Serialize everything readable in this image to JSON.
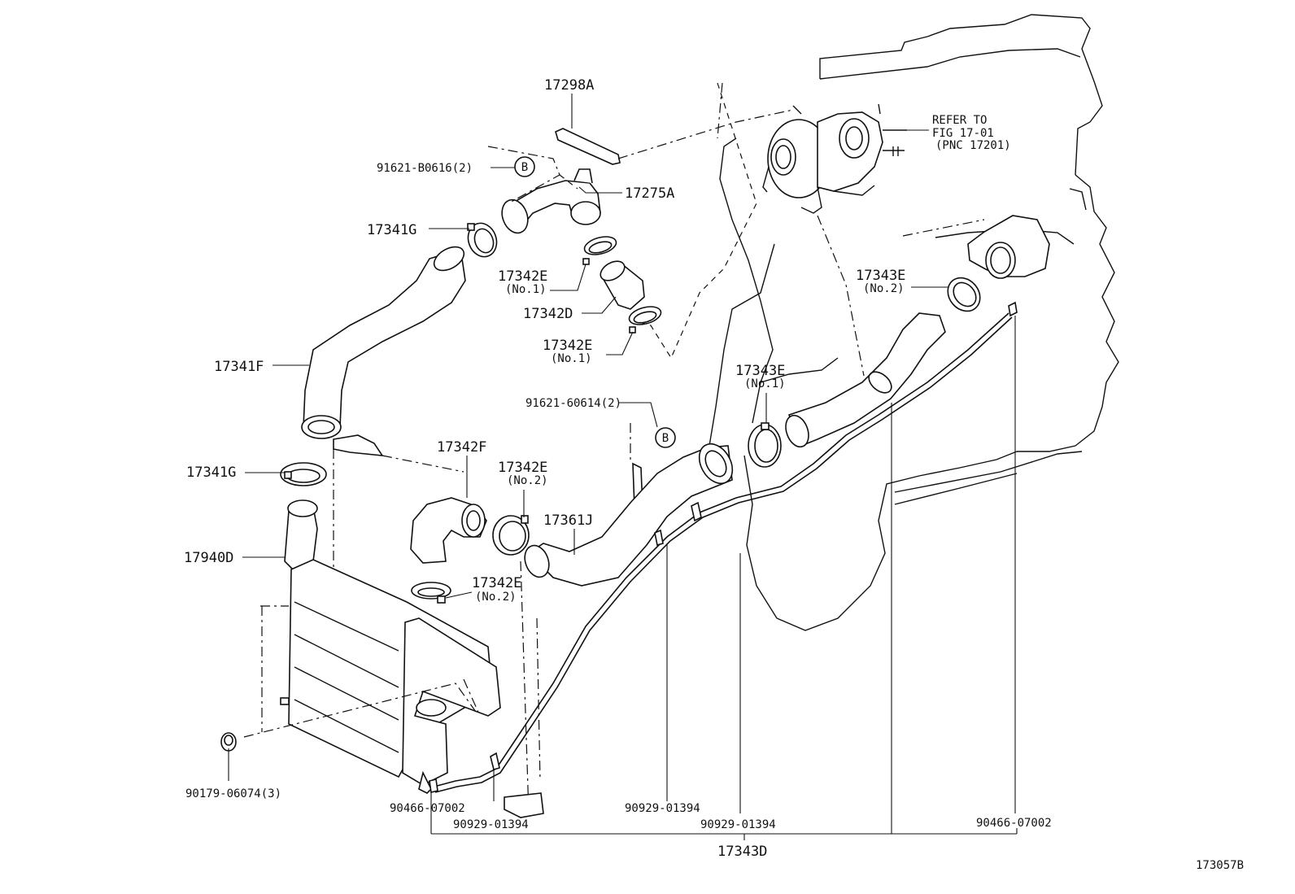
{
  "callouts": {
    "p17298A": "17298A",
    "p91621B0616": "91621-B0616(2)",
    "p17275A": "17275A",
    "p17341G_top": "17341G",
    "p17342E_no1_a": "17342E",
    "p17342E_no1_a_sub": "(No.1)",
    "p17342D": "17342D",
    "p17342E_no1_b": "17342E",
    "p17342E_no1_b_sub": "(No.1)",
    "p17341F": "17341F",
    "p91621_60614": "91621-60614(2)",
    "p17342F": "17342F",
    "p17342E_no2_a": "17342E",
    "p17342E_no2_a_sub": "(No.2)",
    "p17341G_bottom": "17341G",
    "p17361J": "17361J",
    "p17940D": "17940D",
    "p17342E_no2_b": "17342E",
    "p17342E_no2_b_sub": "(No.2)",
    "p17343E_no2": "17343E",
    "p17343E_no2_sub": "(No.2)",
    "p17343E_no1": "17343E",
    "p17343E_no1_sub": "(No.1)",
    "p90179": "90179-06074(3)",
    "p90466_left": "90466-07002",
    "p90929_a": "90929-01394",
    "p90929_b": "90929-01394",
    "p90929_c": "90929-01394",
    "p90466_right": "90466-07002",
    "p17343D": "17343D"
  },
  "markers": {
    "b_top": "B",
    "b_mid": "B"
  },
  "reference": {
    "line1": "REFER TO",
    "line2": "FIG 17-01",
    "line3": "(PNC 17201)"
  },
  "figure_id": "173057B"
}
